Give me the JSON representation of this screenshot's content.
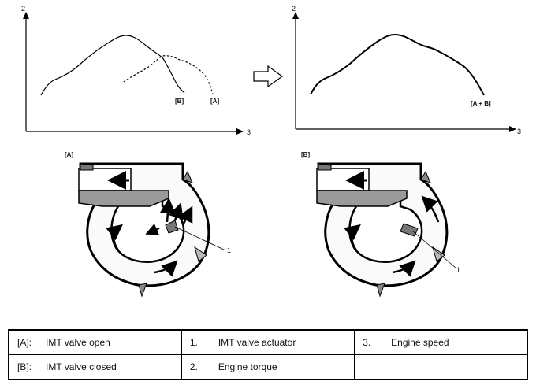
{
  "graph_left": {
    "y_axis_label": "2",
    "x_axis_label": "3",
    "curve_label_b": "[B]",
    "curve_label_a": "[A]"
  },
  "graph_right": {
    "y_axis_label": "2",
    "x_axis_label": "3",
    "curve_label": "[A + B]"
  },
  "diagram_left": {
    "label": "[A]",
    "callout": "1"
  },
  "diagram_right": {
    "label": "[B]",
    "callout": "1"
  },
  "legend": {
    "rows": [
      [
        {
          "key": "[A]:",
          "text": "IMT valve open"
        },
        {
          "key": "1.",
          "text": "IMT valve actuator"
        },
        {
          "key": "3.",
          "text": "Engine speed"
        }
      ],
      [
        {
          "key": "[B]:",
          "text": "IMT valve closed"
        },
        {
          "key": "2.",
          "text": "Engine torque"
        },
        {
          "key": "",
          "text": ""
        }
      ]
    ]
  }
}
